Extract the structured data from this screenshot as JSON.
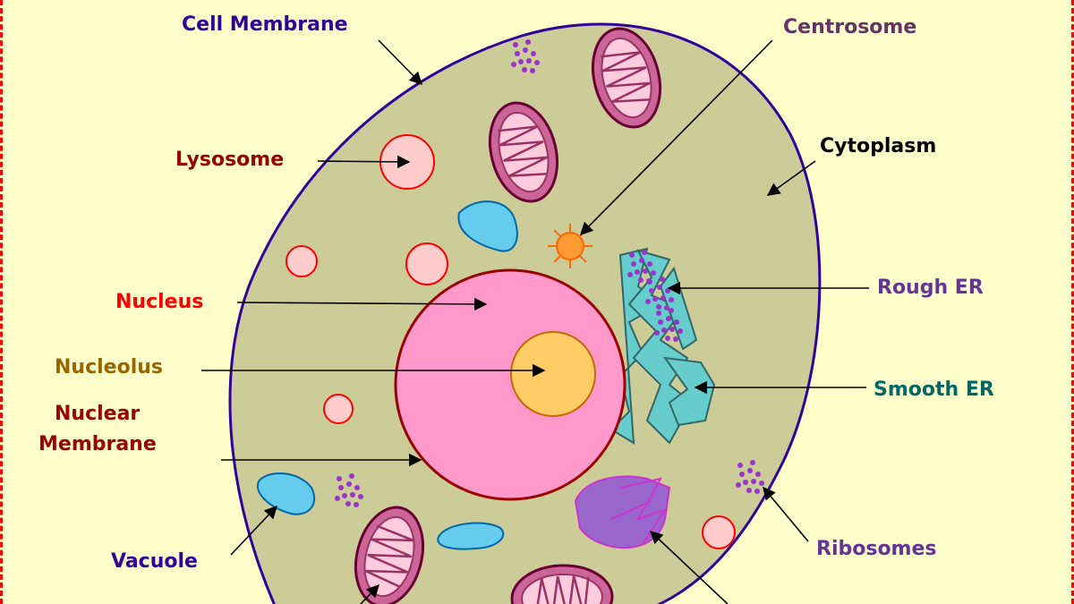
{
  "labels": {
    "cell_membrane": "Cell Membrane",
    "centrosome": "Centrosome",
    "lysosome": "Lysosome",
    "cytoplasm": "Cytoplasm",
    "nucleus": "Nucleus",
    "rough_er": "Rough ER",
    "nucleolus": "Nucleolus",
    "smooth_er": "Smooth ER",
    "nuclear_membrane_line1": "Nuclear",
    "nuclear_membrane_line2": "Membrane",
    "vacuole": "Vacuole",
    "ribosomes": "Ribosomes"
  },
  "colors": {
    "background": "#ffffcc",
    "page_border": "#ff0000",
    "cytoplasm": "#cccc99",
    "cell_membrane": "#330099",
    "nucleus": "#ff99cc",
    "nuclear_membrane": "#990000",
    "nucleolus": "#ffcc66",
    "mitochondria": "#cc6699",
    "lysosome": "#ffcccc",
    "vacuole": "#66ccee",
    "er": "#66cccc",
    "golgi": "#9966cc",
    "ribosome_dots": "#9933cc",
    "centrosome": "#ff9933"
  }
}
